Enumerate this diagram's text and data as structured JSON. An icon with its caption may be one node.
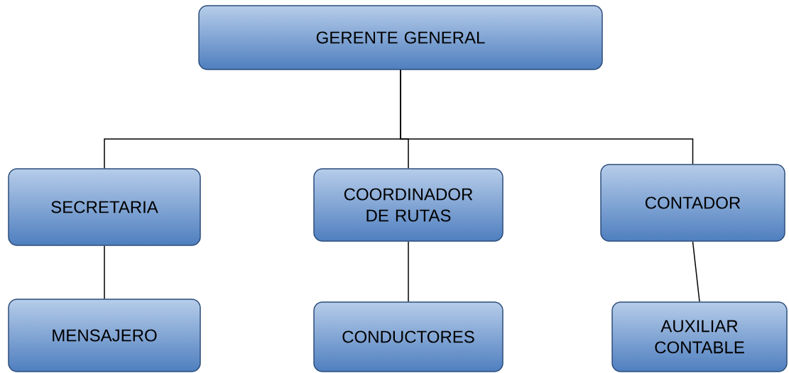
{
  "diagram": {
    "nodes": [
      {
        "text": [
          "GERENTE GENERAL"
        ]
      },
      {
        "text": [
          "SECRETARIA"
        ]
      },
      {
        "text": [
          "COORDINADOR DE RUTAS"
        ]
      },
      {
        "text": [
          "CONTADOR"
        ]
      },
      {
        "text": [
          "MENSAJERO"
        ]
      },
      {
        "text": [
          "CONDUCTORES"
        ]
      },
      {
        "text": [
          "AUXILIAR CONTABLE"
        ]
      }
    ],
    "edges": [
      {
        "from": 0,
        "to": 1,
        "arrow": "none"
      },
      {
        "from": 0,
        "to": 2,
        "arrow": "none"
      },
      {
        "from": 0,
        "to": 3,
        "arrow": "none"
      },
      {
        "from": 1,
        "to": 4,
        "arrow": "none"
      },
      {
        "from": 2,
        "to": 5,
        "arrow": "none"
      },
      {
        "from": 3,
        "to": 6,
        "arrow": "none"
      }
    ]
  }
}
